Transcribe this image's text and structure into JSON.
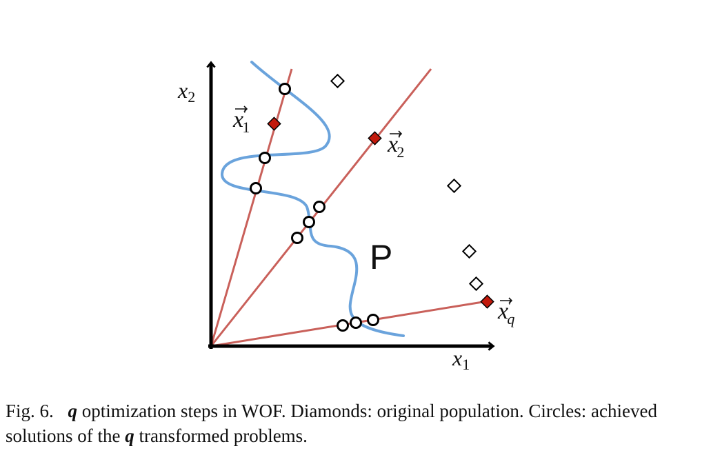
{
  "diagram": {
    "axis_x_label": {
      "base": "x",
      "sub": "1"
    },
    "axis_y_label": {
      "base": "x",
      "sub": "2"
    },
    "region_label": "P",
    "weight_vectors": [
      {
        "label_base": "x",
        "label_prime": "′",
        "label_sub": "1"
      },
      {
        "label_base": "x",
        "label_prime": "′",
        "label_sub": "2"
      },
      {
        "label_base": "x",
        "label_prime": "′",
        "label_sub": "q"
      }
    ],
    "colors": {
      "axis": "#000000",
      "weight_line": "#c9605a",
      "front_curve": "#6aa3dc",
      "selected_diamond": "#c21a0c",
      "solution_circle": "#000000"
    }
  },
  "caption": {
    "fig_label": "Fig. 6.",
    "q": "q",
    "part1": " optimization steps in WOF. Diamonds: original population. Circles: achieved solutions of the ",
    "q2": "q",
    "part2": " transformed problems."
  }
}
